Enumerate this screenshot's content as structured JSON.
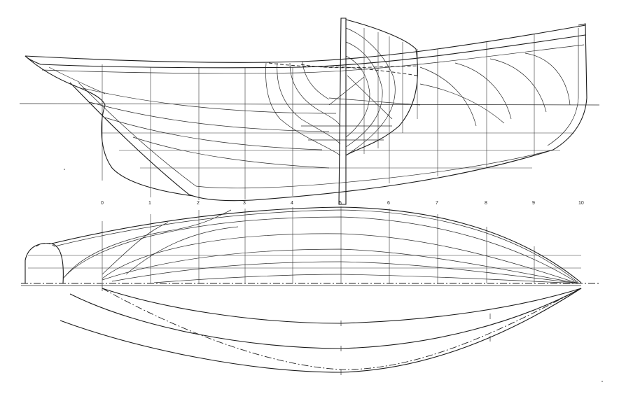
{
  "station_labels": [
    "0",
    "1",
    "2",
    "3",
    "4",
    "5",
    "6",
    "7",
    "8",
    "9",
    "10"
  ]
}
